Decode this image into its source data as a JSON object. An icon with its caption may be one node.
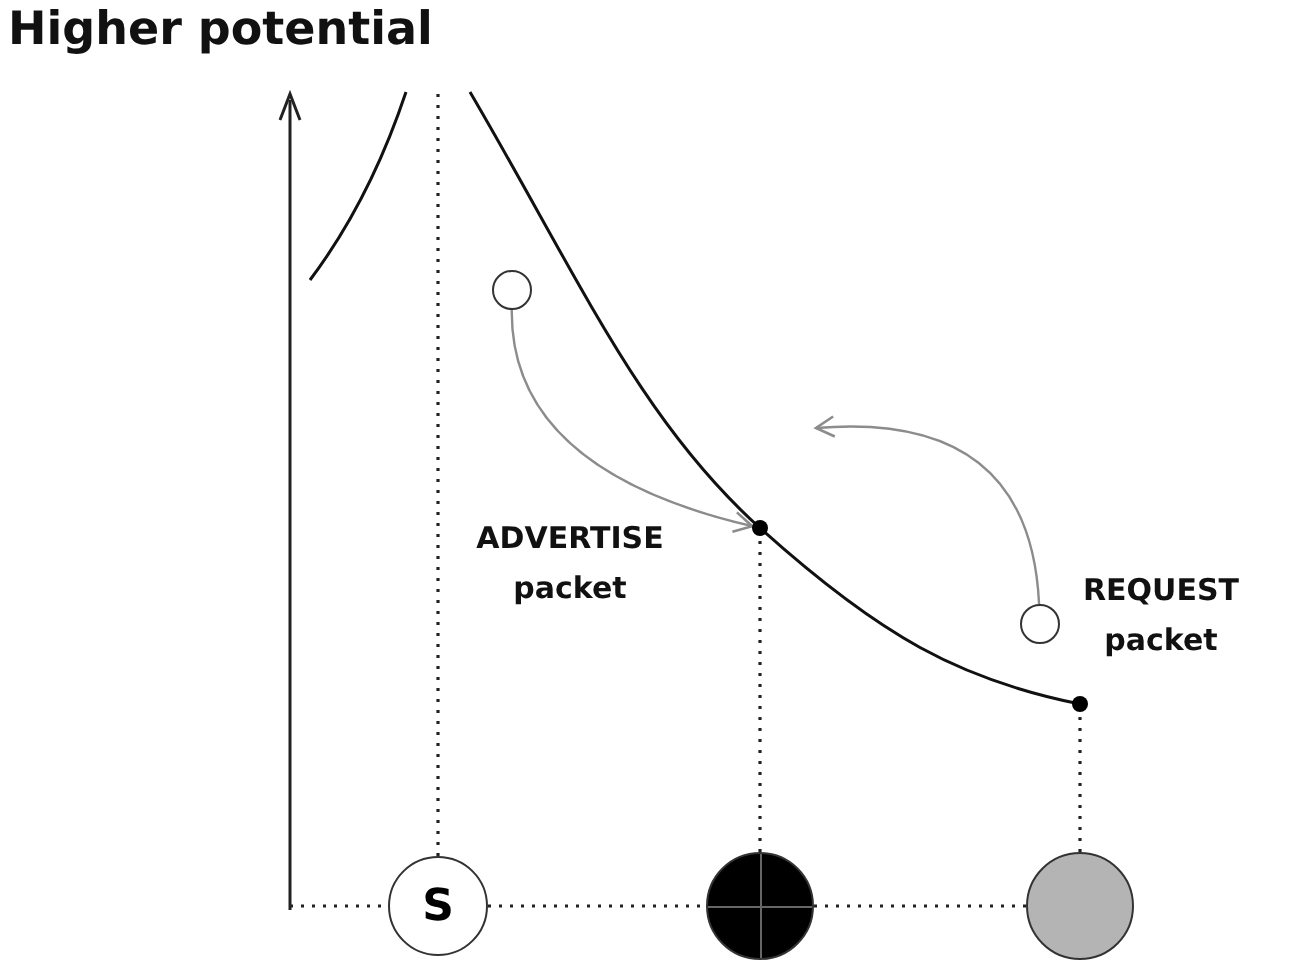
{
  "diagram": {
    "title": "Higher potential",
    "nodes": [
      {
        "text": [],
        "shape": "circle"
      },
      {
        "text": [],
        "shape": "circle",
        "beside": [
          "ADVERTISE packet"
        ]
      },
      {
        "text": [],
        "shape": "circle",
        "beside": [
          "REQUEST packet"
        ]
      },
      {
        "text": [],
        "shape": "circle"
      },
      {
        "text": [
          "S"
        ]
      },
      {
        "text": [],
        "shape": "circle"
      },
      {
        "text": [],
        "shape": "circle"
      }
    ],
    "edges": [
      {
        "from": 0,
        "to": 1,
        "arrow": "to",
        "color": "#8c8c8c"
      },
      {
        "from": 2,
        "to": null,
        "arrow": "to",
        "color": "#8c8c8c"
      },
      {
        "from": 5,
        "to": 1,
        "arrow": "none",
        "style": "dashed"
      },
      {
        "from": 6,
        "to": 3,
        "arrow": "none",
        "style": "dashed"
      },
      {
        "from": 4,
        "to": null,
        "arrow": "none",
        "style": "dashed"
      },
      {
        "from": null,
        "to": 4,
        "arrow": "none",
        "style": "dashed"
      },
      {
        "from": 4,
        "to": 5,
        "arrow": "none",
        "style": "dashed"
      },
      {
        "from": 5,
        "to": 6,
        "arrow": "none",
        "style": "dashed"
      }
    ]
  }
}
